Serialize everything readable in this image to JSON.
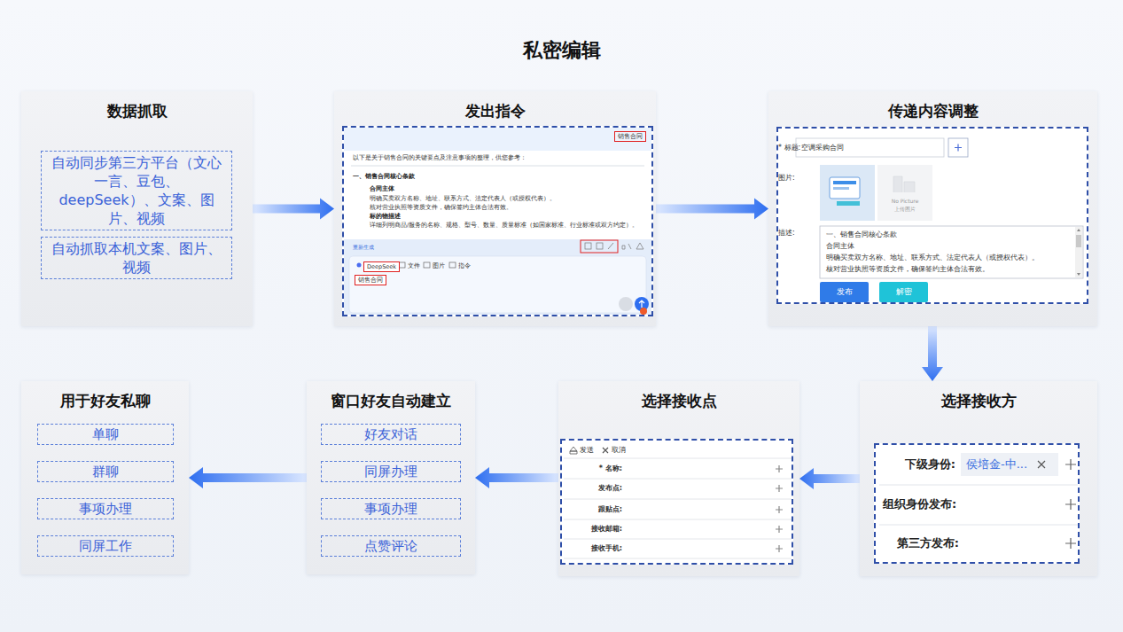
{
  "diagram": {
    "title": "私密编辑",
    "nodes": [
      {
        "text": [
          "数据抓取"
        ]
      },
      {
        "text": [
          "自动同步第三方平台（文心一言、豆包、deepSeek）、文案、图片、视频"
        ],
        "in": 0
      },
      {
        "text": [
          "自动抓取本机文案、图片、视频"
        ],
        "in": 0
      },
      {
        "text": [
          "发出指令"
        ]
      },
      {
        "text": [
          "销售合同",
          "以下是关于销售合同的关键要点及注意事项的整理，供您参考：",
          "一、销售合同核心条款",
          "合同主体",
          "明确买卖双方名称、地址、联系方式、法定代表人（或授权代表）。",
          "核对营业执照等资质文件，确保签约主体合法有效。",
          "标的物描述",
          "详细列明商品/服务的名称、规格、型号、数量、质量标准（如国家标准、行业标准或双方约定）。",
          "重新生成",
          "DeepSeek",
          "文件",
          "图片",
          "指令",
          "销售合同"
        ],
        "in": 3
      },
      {
        "text": [
          "传递内容调整"
        ]
      },
      {
        "text": [
          "* 标题:",
          "空调采购合同",
          "图片:",
          "No Picture",
          "上传图片",
          "描述:",
          "一、销售合同核心条款",
          "合同主体",
          "明确买卖双方名称、地址、联系方式、法定代表人（或授权代表）。",
          "核对营业执照等资质文件，确保签约主体合法有效。",
          "发布",
          "解密"
        ],
        "in": 5
      },
      {
        "text": [
          "选择接收方"
        ]
      },
      {
        "text": [
          "下级身份:",
          "侯培金-中...",
          "组织身份发布:",
          "第三方发布:"
        ],
        "in": 7
      },
      {
        "text": [
          "选择接收点"
        ]
      },
      {
        "text": [
          "发送",
          "取消",
          "* 名称:",
          "发布点:",
          "跟贴点:",
          "接收邮箱:",
          "接收手机:"
        ],
        "in": 9
      },
      {
        "text": [
          "窗口好友自动建立"
        ]
      },
      {
        "text": [
          "好友对话"
        ],
        "in": 11
      },
      {
        "text": [
          "同屏办理"
        ],
        "in": 11
      },
      {
        "text": [
          "事项办理"
        ],
        "in": 11
      },
      {
        "text": [
          "点赞评论"
        ],
        "in": 11
      },
      {
        "text": [
          "用于好友私聊"
        ]
      },
      {
        "text": [
          "单聊"
        ],
        "in": 16
      },
      {
        "text": [
          "群聊"
        ],
        "in": 16
      },
      {
        "text": [
          "事项办理"
        ],
        "in": 16
      },
      {
        "text": [
          "同屏工作"
        ],
        "in": 16
      }
    ],
    "edges": [
      {
        "from": 0,
        "to": 3,
        "arrow": "to"
      },
      {
        "from": 3,
        "to": 5,
        "arrow": "to"
      },
      {
        "from": 5,
        "to": 7,
        "arrow": "to"
      },
      {
        "from": 7,
        "to": 9,
        "arrow": "to"
      },
      {
        "from": 9,
        "to": 11,
        "arrow": "to"
      },
      {
        "from": 11,
        "to": 16,
        "arrow": "to"
      }
    ]
  }
}
